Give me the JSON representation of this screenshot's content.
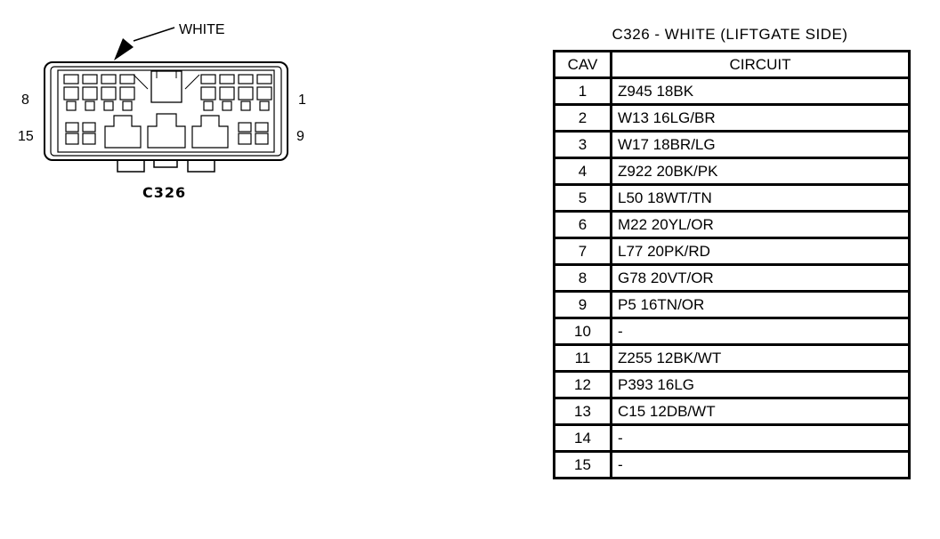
{
  "connector": {
    "name": "C326",
    "color_callout": "WHITE",
    "pin_labels": {
      "top_left": "8",
      "bottom_left": "15",
      "top_right": "1",
      "bottom_right": "9"
    }
  },
  "table": {
    "title": "C326 - WHITE (LIFTGATE SIDE)",
    "headers": {
      "cavity": "CAV",
      "circuit": "CIRCUIT"
    },
    "rows": [
      {
        "cav": "1",
        "circuit": "Z945  18BK"
      },
      {
        "cav": "2",
        "circuit": "W13  16LG/BR"
      },
      {
        "cav": "3",
        "circuit": "W17  18BR/LG"
      },
      {
        "cav": "4",
        "circuit": "Z922  20BK/PK"
      },
      {
        "cav": "5",
        "circuit": "L50  18WT/TN"
      },
      {
        "cav": "6",
        "circuit": "M22  20YL/OR"
      },
      {
        "cav": "7",
        "circuit": "L77  20PK/RD"
      },
      {
        "cav": "8",
        "circuit": "G78  20VT/OR"
      },
      {
        "cav": "9",
        "circuit": "P5  16TN/OR"
      },
      {
        "cav": "10",
        "circuit": "-"
      },
      {
        "cav": "11",
        "circuit": "Z255  12BK/WT"
      },
      {
        "cav": "12",
        "circuit": "P393  16LG"
      },
      {
        "cav": "13",
        "circuit": "C15  12DB/WT"
      },
      {
        "cav": "14",
        "circuit": "-"
      },
      {
        "cav": "15",
        "circuit": "-"
      }
    ]
  }
}
